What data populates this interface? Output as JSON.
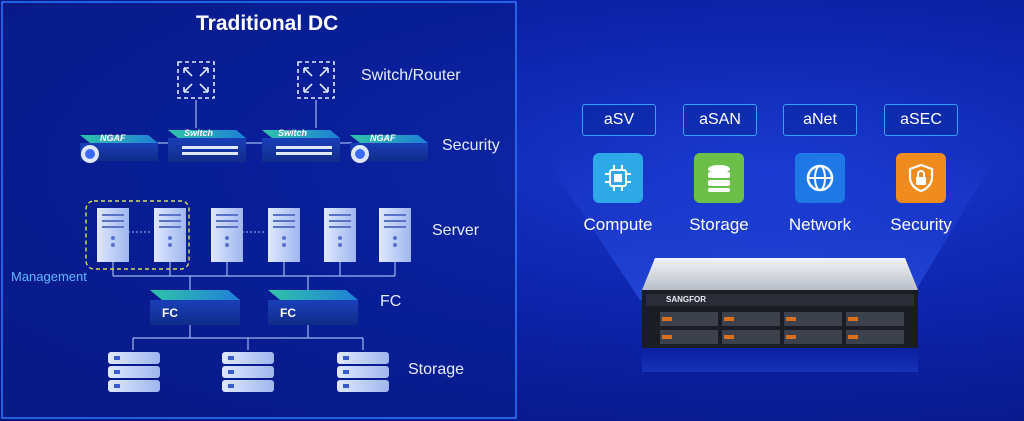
{
  "left_panel": {
    "title": "Traditional DC",
    "rows": [
      {
        "label": "Switch/Router"
      },
      {
        "label": "Security"
      },
      {
        "label": "Server"
      },
      {
        "label": "FC"
      },
      {
        "label": "Storage"
      }
    ],
    "management_label": "Management",
    "device_labels": {
      "ngaf": "NGAF",
      "switch": "Switch",
      "fc": "FC"
    }
  },
  "right_panel": {
    "modules": [
      {
        "tag": "aSV",
        "label": "Compute",
        "icon": "cpu-icon",
        "color": "#2fa8e8"
      },
      {
        "tag": "aSAN",
        "label": "Storage",
        "icon": "database-icon",
        "color": "#6cc04a"
      },
      {
        "tag": "aNet",
        "label": "Network",
        "icon": "globe-icon",
        "color": "#1e78e6"
      },
      {
        "tag": "aSEC",
        "label": "Security",
        "icon": "shield-lock-icon",
        "color": "#f08c1e"
      }
    ],
    "server_brand": "SANGFOR"
  },
  "colors": {
    "panel_border": "#2b7bff",
    "accent": "#3aa0ff",
    "device_green": "#1fb0a0",
    "device_blue": "#1e4fd0"
  }
}
